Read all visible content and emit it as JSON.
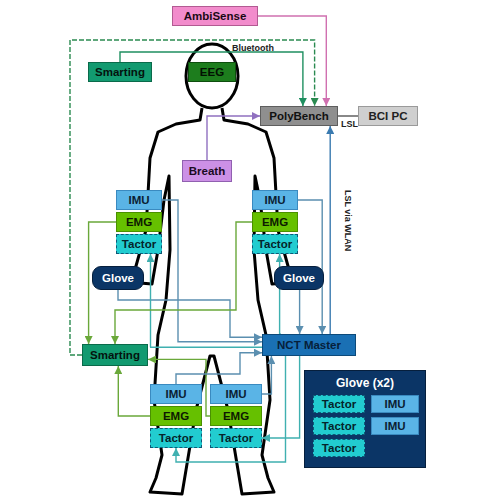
{
  "diagram": {
    "nodes": [
      {
        "text": [
          "AmbiSense"
        ]
      },
      {
        "text": [
          "Smarting"
        ]
      },
      {
        "text": [
          "EEG"
        ]
      },
      {
        "text": [
          "PolyBench"
        ]
      },
      {
        "text": [
          "BCI PC"
        ]
      },
      {
        "text": [
          "Breath"
        ]
      },
      {
        "text": [
          "IMU"
        ]
      },
      {
        "text": [
          "IMU"
        ]
      },
      {
        "text": [
          "EMG"
        ]
      },
      {
        "text": [
          "EMG"
        ]
      },
      {
        "text": [
          "Tactor"
        ]
      },
      {
        "text": [
          "Tactor"
        ]
      },
      {
        "text": [
          "Glove"
        ]
      },
      {
        "text": [
          "Glove"
        ]
      },
      {
        "text": [
          "NCT Master"
        ]
      },
      {
        "text": [
          "Smarting"
        ]
      },
      {
        "text": [
          "Glove (x2)"
        ]
      },
      {
        "text": [
          "Tactor"
        ],
        "in": 16
      },
      {
        "text": [
          "IMU"
        ],
        "in": 16
      },
      {
        "text": [
          "Tactor"
        ],
        "in": 16
      },
      {
        "text": [
          "IMU"
        ],
        "in": 16
      },
      {
        "text": [
          "Tactor"
        ],
        "in": 16
      },
      {
        "text": [
          "IMU"
        ]
      },
      {
        "text": [
          "IMU"
        ]
      },
      {
        "text": [
          "EMG"
        ]
      },
      {
        "text": [
          "EMG"
        ]
      },
      {
        "text": [
          "Tactor"
        ]
      },
      {
        "text": [
          "Tactor"
        ]
      }
    ],
    "edges": [
      {
        "from": 0,
        "to": 3,
        "arrow": "to"
      },
      {
        "from": 1,
        "to": 3,
        "arrow": "to",
        "label": "Bluetooth"
      },
      {
        "from": 15,
        "to": 3,
        "arrow": "to"
      },
      {
        "from": 5,
        "to": 3,
        "arrow": "to"
      },
      {
        "from": 3,
        "to": 4,
        "arrow": "none",
        "label": "LSL"
      },
      {
        "from": 14,
        "to": 3,
        "arrow": "to",
        "label": "LSL via WLAN"
      },
      {
        "from": 6,
        "to": 14,
        "arrow": "to"
      },
      {
        "from": 7,
        "to": 14,
        "arrow": "to"
      },
      {
        "from": 12,
        "to": 14,
        "arrow": "to"
      },
      {
        "from": 13,
        "to": 14,
        "arrow": "to"
      },
      {
        "from": 14,
        "to": 10,
        "arrow": "to"
      },
      {
        "from": 14,
        "to": 11,
        "arrow": "to"
      },
      {
        "from": 14,
        "to": 26,
        "arrow": "to"
      },
      {
        "from": 14,
        "to": 27,
        "arrow": "to"
      },
      {
        "from": 8,
        "to": 15,
        "arrow": "to"
      },
      {
        "from": 9,
        "to": 15,
        "arrow": "to"
      },
      {
        "from": 24,
        "to": 15,
        "arrow": "to"
      },
      {
        "from": 25,
        "to": 15,
        "arrow": "to"
      },
      {
        "from": 22,
        "to": 14,
        "arrow": "to"
      },
      {
        "from": 23,
        "to": 14,
        "arrow": "to"
      }
    ]
  }
}
